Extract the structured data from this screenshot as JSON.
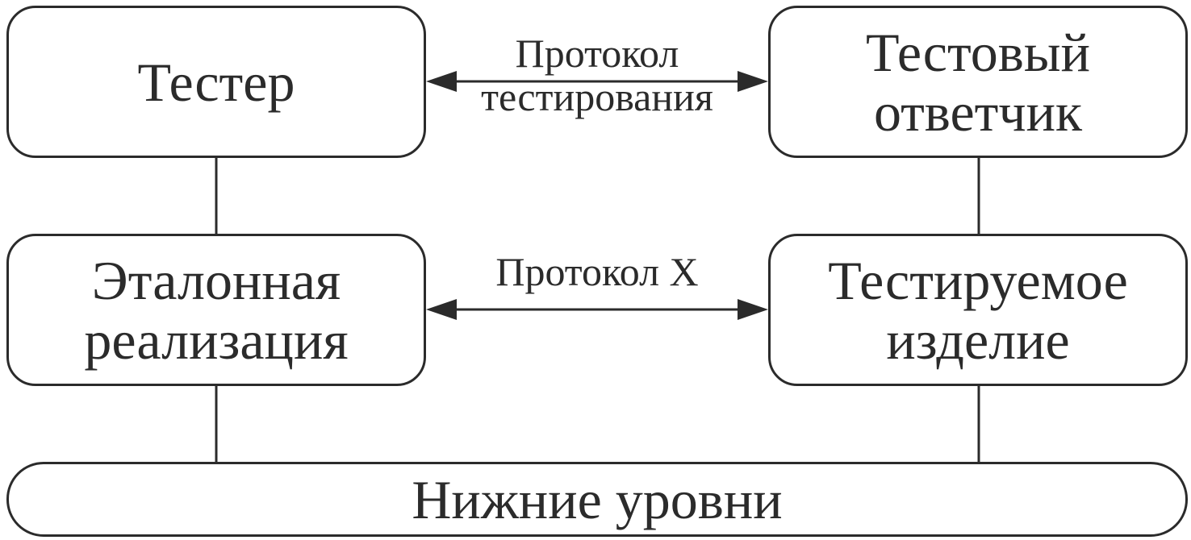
{
  "diagram": {
    "boxes": {
      "tester": [
        "Тестер"
      ],
      "test_responder": [
        "Тестовый",
        "ответчик"
      ],
      "reference_impl": [
        "Эталонная",
        "реализация"
      ],
      "iut": [
        "Тестируемое",
        "изделие"
      ],
      "lower_layers": [
        "Нижние уровни"
      ]
    },
    "arrows": {
      "test_protocol": [
        "Протокол",
        "тестирования"
      ],
      "protocol_x": [
        "Протокол X"
      ]
    },
    "colors": {
      "stroke": "#2b2b2b",
      "background": "#ffffff"
    }
  }
}
